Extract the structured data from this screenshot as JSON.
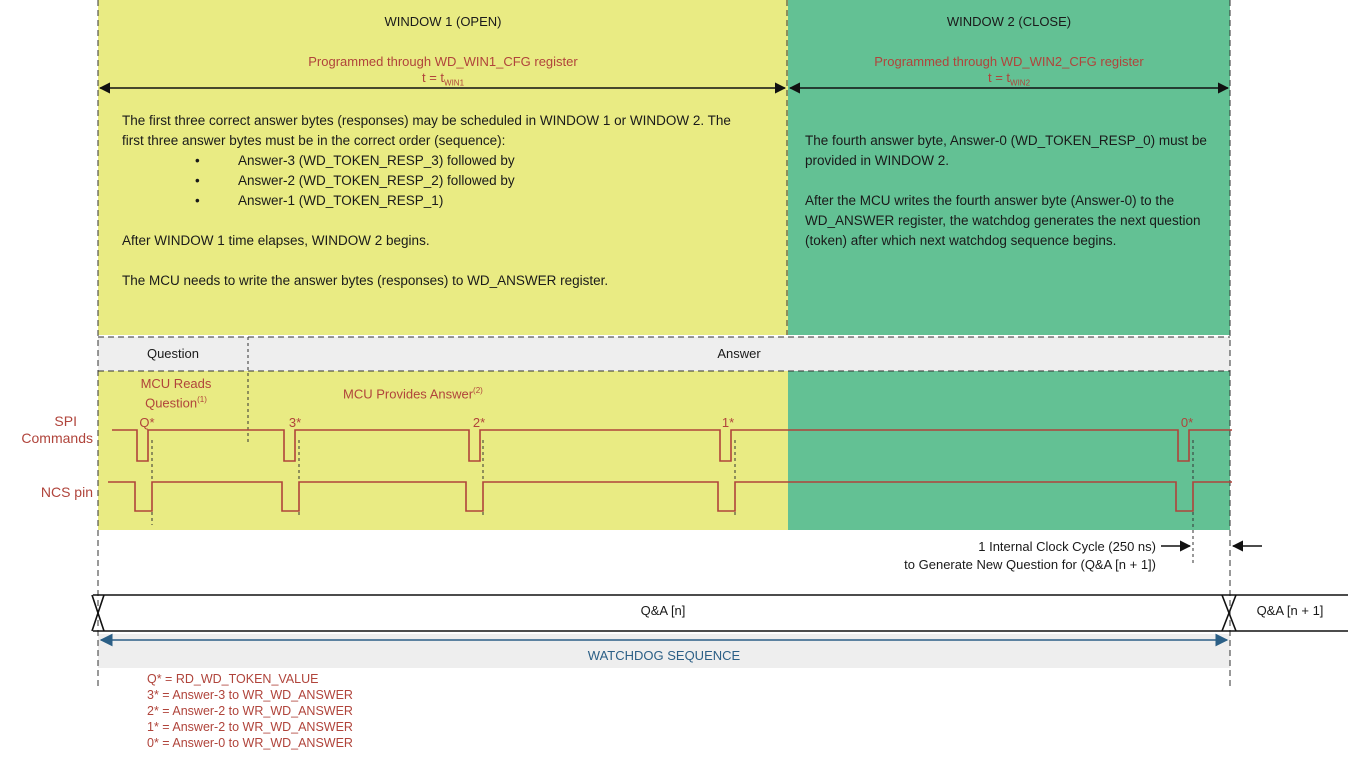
{
  "window1": {
    "title": "WINDOW 1 (OPEN)",
    "programmed": "Programmed through WD_WIN1_CFG register",
    "time_prefix": "t = t",
    "time_sub": "WIN1",
    "para1": "The first three correct answer bytes (responses) may be scheduled in WINDOW 1 or WINDOW 2. The first three answer bytes must be in the correct order (sequence):",
    "bullets": [
      "Answer-3 (WD_TOKEN_RESP_3) followed by",
      "Answer-2 (WD_TOKEN_RESP_2) followed by",
      "Answer-1 (WD_TOKEN_RESP_1)"
    ],
    "para2": "After WINDOW 1 time elapses, WINDOW 2 begins.",
    "para3": "The MCU needs to write the answer bytes (responses) to WD_ANSWER register."
  },
  "window2": {
    "title": "WINDOW 2 (CLOSE)",
    "programmed": "Programmed through WD_WIN2_CFG register",
    "time_prefix": "t = t",
    "time_sub": "WIN2",
    "para1": "The fourth answer byte, Answer-0 (WD_TOKEN_RESP_0) must be provided in WINDOW 2.",
    "para2": "After the MCU writes the fourth answer byte (Answer-0) to the WD_ANSWER register, the watchdog generates the next question (token) after which next watchdog sequence begins."
  },
  "phases": {
    "question": "Question",
    "answer": "Answer"
  },
  "annotations": {
    "mcu_reads_line1": "MCU Reads",
    "mcu_reads_line2": "Question",
    "mcu_reads_note": "(1)",
    "mcu_provides": "MCU Provides Answer",
    "mcu_provides_note": "(2)",
    "clock_line1": "1 Internal Clock Cycle (250 ns)",
    "clock_line2": "to Generate New Question for (Q&A [n + 1])"
  },
  "signals": {
    "spi_line1": "SPI",
    "spi_line2": "Commands",
    "ncs": "NCS pin"
  },
  "pulses": [
    "Q*",
    "3*",
    "2*",
    "1*",
    "0*"
  ],
  "qa": {
    "current": "Q&A [n]",
    "next": "Q&A [n + 1]"
  },
  "sequence_label": "WATCHDOG SEQUENCE",
  "legend": [
    "Q* = RD_WD_TOKEN_VALUE",
    "3* = Answer-3 to WR_WD_ANSWER",
    "2* = Answer-2 to WR_WD_ANSWER",
    "1* = Answer-2 to WR_WD_ANSWER",
    "0* = Answer-0 to WR_WD_ANSWER"
  ],
  "colors": {
    "window1_fill": "#e9eb83",
    "window2_fill": "#63c194",
    "label_red": "#b0443b",
    "sequence_blue": "#2b5f86"
  }
}
